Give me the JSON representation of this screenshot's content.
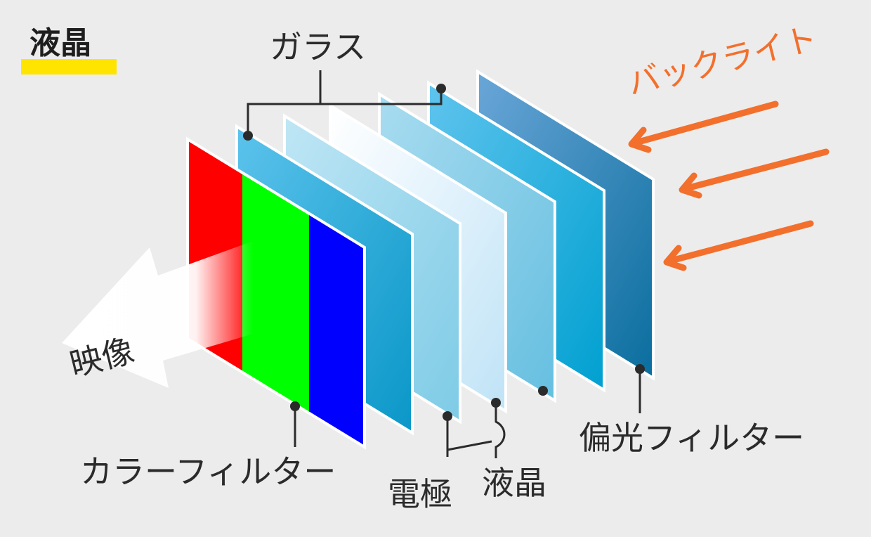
{
  "title": "液晶",
  "labels": {
    "glass": "ガラス",
    "backlight": "バックライト",
    "image": "映像",
    "color_filter": "カラーフィルター",
    "electrode": "電極",
    "liquid_crystal": "液晶",
    "polarizing_filter": "偏光フィルター"
  },
  "colors": {
    "background": "#ececec",
    "title_highlight": "#ffe400",
    "backlight_arrow": "#f36f2c",
    "color_filter_red": "#ff0000",
    "color_filter_green": "#00ff00",
    "color_filter_blue": "#0000ff"
  }
}
